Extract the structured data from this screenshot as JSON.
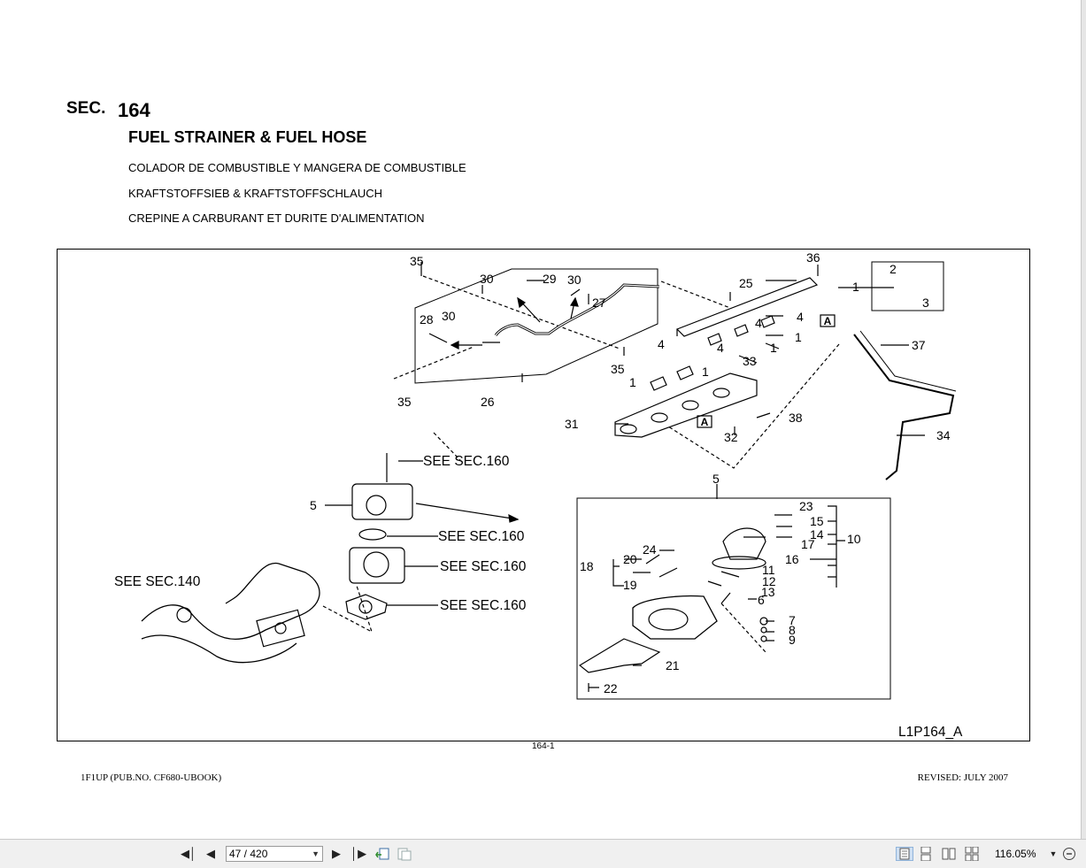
{
  "document": {
    "section_label": "SEC.",
    "section_number": "164",
    "title": "FUEL STRAINER & FUEL HOSE",
    "subtitles": [
      "COLADOR DE COMBUSTIBLE Y MANGERA DE COMBUSTIBLE",
      "KRAFTSTOFFSIEB & KRAFTSTOFFSCHLAUCH",
      "CREPINE A CARBURANT ET DURITE D'ALIMENTATION"
    ],
    "page_number": "164-1",
    "footer_left": "1F1UP (PUB.NO. CF680-UBOOK)",
    "footer_right": "REVISED: JULY 2007"
  },
  "figure": {
    "code": "L1P164_A",
    "callouts": {
      "see160": "SEE SEC.160",
      "see140": "SEE SEC.140",
      "ref_a": "A"
    },
    "part_numbers": [
      "1",
      "2",
      "3",
      "4",
      "5",
      "6",
      "7",
      "8",
      "9",
      "10",
      "11",
      "12",
      "13",
      "14",
      "15",
      "16",
      "17",
      "18",
      "19",
      "20",
      "21",
      "22",
      "23",
      "24",
      "25",
      "26",
      "27",
      "28",
      "29",
      "30",
      "31",
      "32",
      "33",
      "34",
      "35",
      "36",
      "37",
      "38"
    ]
  },
  "toolbar": {
    "page_field": "47 / 420",
    "zoom": "116.05%",
    "icons": [
      "first-page-icon",
      "previous-page-icon",
      "next-page-icon",
      "last-page-icon",
      "previous-view-icon",
      "next-view-icon",
      "single-page-icon",
      "continuous-icon",
      "facing-icon",
      "continuous-facing-icon",
      "zoom-out-icon"
    ]
  }
}
